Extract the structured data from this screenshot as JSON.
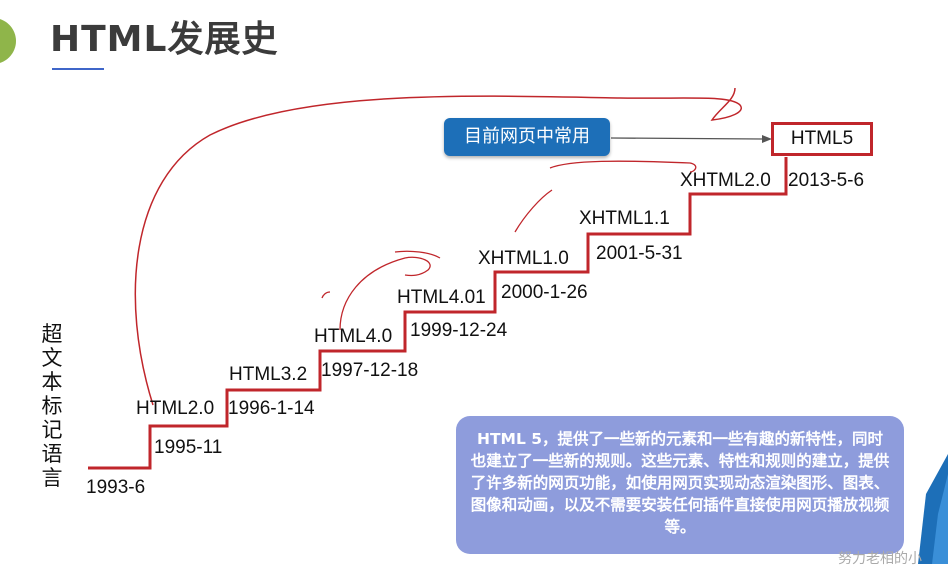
{
  "header": {
    "title": "HTML发展史"
  },
  "side_label": "超文本标记语言",
  "steps": [
    {
      "version": "",
      "date": "1993-6"
    },
    {
      "version": "HTML2.0",
      "date": "1995-11"
    },
    {
      "version": "HTML3.2",
      "date": "1996-1-14"
    },
    {
      "version": "HTML4.0",
      "date": "1997-12-18"
    },
    {
      "version": "HTML4.01",
      "date": "1999-12-24"
    },
    {
      "version": "XHTML1.0",
      "date": "2000-1-26"
    },
    {
      "version": "XHTML1.1",
      "date": "2001-5-31"
    },
    {
      "version": "XHTML2.0",
      "date": "2013-5-6"
    },
    {
      "version": "HTML5",
      "date": ""
    }
  ],
  "callout": {
    "label": "目前网页中常用"
  },
  "info": {
    "text": "HTML 5，提供了一些新的元素和一些有趣的新特性，同时也建立了一些新的规则。这些元素、特性和规则的建立，提供了许多新的网页功能，如使用网页实现动态渲染图形、图表、图像和动画，以及不需要安装任何插件直接使用网页播放视频等。"
  },
  "watermark": "努力老相的小",
  "colors": {
    "stair": "#c0262b",
    "callout_bg": "#1d6fb8",
    "info_bg": "#8e9cdc",
    "accent": "#8fb54a"
  }
}
